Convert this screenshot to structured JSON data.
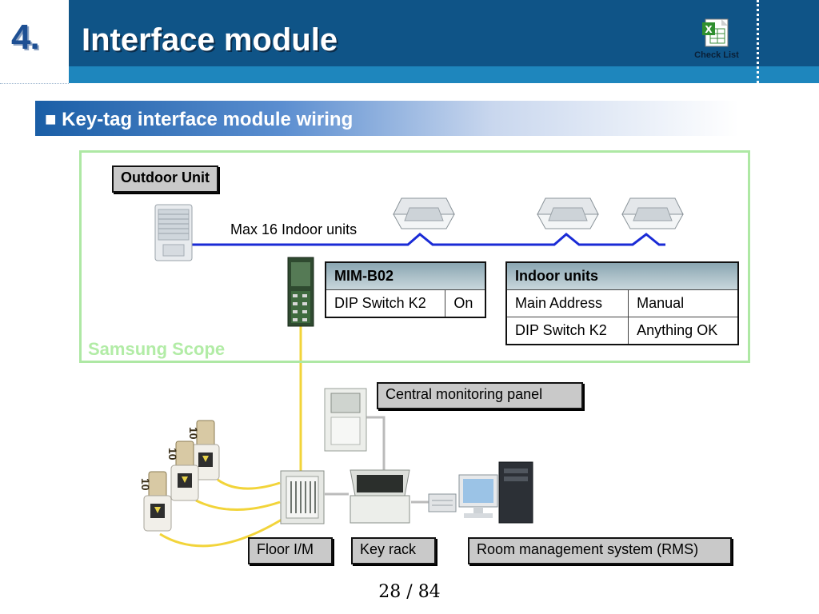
{
  "header": {
    "section_number": "4.",
    "title": "Interface module",
    "check_list_label": "Check List",
    "check_list_icon": "excel-document-icon"
  },
  "section": {
    "title": "■ Key-tag interface module wiring"
  },
  "scope": {
    "label": "Samsung Scope",
    "outdoor_unit_label": "Outdoor Unit",
    "max_units_label": "Max 16 Indoor units"
  },
  "mim_table": {
    "header": "MIM-B02",
    "rows": [
      {
        "key": "DIP Switch K2",
        "value": "On"
      }
    ]
  },
  "indoor_table": {
    "header": "Indoor units",
    "rows": [
      {
        "key": "Main Address",
        "value": "Manual"
      },
      {
        "key": "DIP Switch K2",
        "value": "Anything OK"
      }
    ]
  },
  "devices": {
    "central_monitoring_panel": "Central monitoring panel",
    "floor_im": "Floor I/M",
    "key_rack": "Key rack",
    "rms": "Room management system (RMS)"
  },
  "keytags": {
    "number_text": "10"
  },
  "colors": {
    "bus_line": "#1a2bd6",
    "keytag_wire": "#f2d43a",
    "scope_border": "#aee8a4",
    "header_blue": "#0f5487"
  },
  "footer": {
    "page": "28 / 84"
  }
}
